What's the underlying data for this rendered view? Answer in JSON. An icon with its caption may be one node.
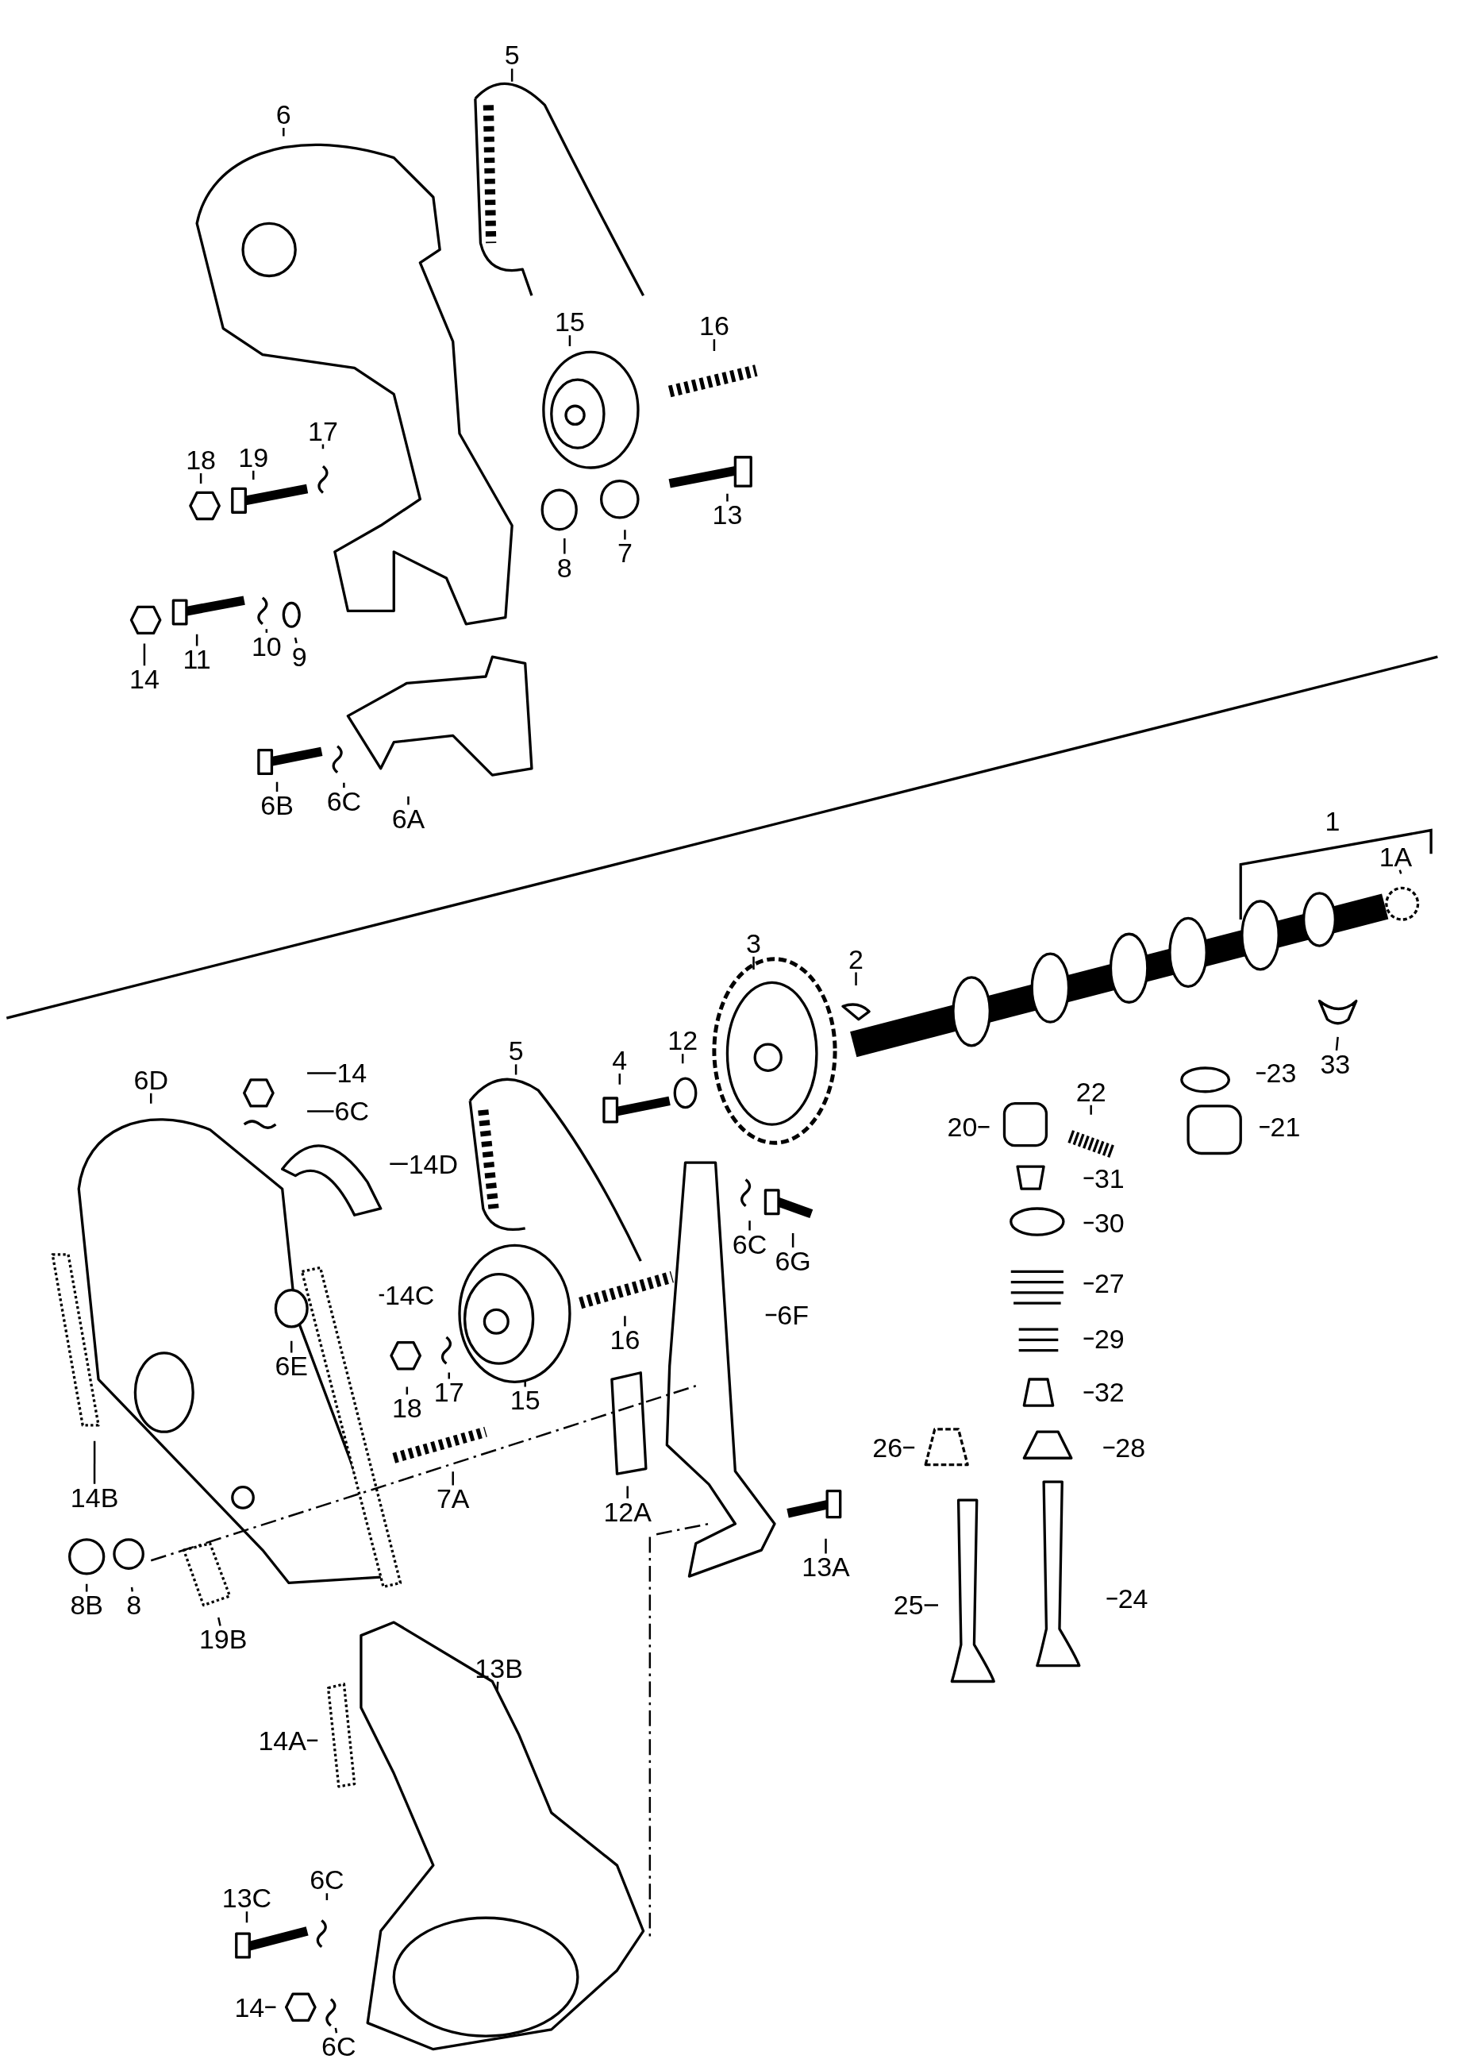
{
  "diagram": {
    "nodes": [
      {
        "text": [
          "5"
        ]
      },
      {
        "text": [
          "6"
        ]
      },
      {
        "text": [
          "15"
        ]
      },
      {
        "text": [
          "16"
        ]
      },
      {
        "text": [
          "17"
        ]
      },
      {
        "text": [
          "18"
        ]
      },
      {
        "text": [
          "19"
        ]
      },
      {
        "text": [
          "13"
        ]
      },
      {
        "text": [
          "8"
        ]
      },
      {
        "text": [
          "7"
        ]
      },
      {
        "text": [
          "14"
        ]
      },
      {
        "text": [
          "11"
        ]
      },
      {
        "text": [
          "10"
        ]
      },
      {
        "text": [
          "9"
        ]
      },
      {
        "text": [
          "6B"
        ]
      },
      {
        "text": [
          "6C"
        ]
      },
      {
        "text": [
          "6A"
        ]
      },
      {
        "text": [
          "1A"
        ]
      },
      {
        "text": [
          "3"
        ]
      },
      {
        "text": [
          "2"
        ]
      },
      {
        "text": [
          "33"
        ]
      },
      {
        "text": [
          "5"
        ]
      },
      {
        "text": [
          "6D"
        ]
      },
      {
        "text": [
          "14"
        ]
      },
      {
        "text": [
          "6C"
        ]
      },
      {
        "text": [
          "14D"
        ]
      },
      {
        "text": [
          "4"
        ]
      },
      {
        "text": [
          "12"
        ]
      },
      {
        "text": [
          "23"
        ]
      },
      {
        "text": [
          "21"
        ]
      },
      {
        "text": [
          "22"
        ]
      },
      {
        "text": [
          "20"
        ]
      },
      {
        "text": [
          "31"
        ]
      },
      {
        "text": [
          "30"
        ]
      },
      {
        "text": [
          "27"
        ]
      },
      {
        "text": [
          "29"
        ]
      },
      {
        "text": [
          "32"
        ]
      },
      {
        "text": [
          "28"
        ]
      },
      {
        "text": [
          "26"
        ]
      },
      {
        "text": [
          "24"
        ]
      },
      {
        "text": [
          "25"
        ]
      },
      {
        "text": [
          "6C"
        ]
      },
      {
        "text": [
          "6G"
        ]
      },
      {
        "text": [
          "6F"
        ]
      },
      {
        "text": [
          "14C"
        ]
      },
      {
        "text": [
          "6E"
        ]
      },
      {
        "text": [
          "16"
        ]
      },
      {
        "text": [
          "15"
        ]
      },
      {
        "text": [
          "17"
        ]
      },
      {
        "text": [
          "18"
        ]
      },
      {
        "text": [
          "14B"
        ]
      },
      {
        "text": [
          "7A"
        ]
      },
      {
        "text": [
          "12A"
        ]
      },
      {
        "text": [
          "13A"
        ]
      },
      {
        "text": [
          "8B"
        ]
      },
      {
        "text": [
          "8"
        ]
      },
      {
        "text": [
          "19B"
        ]
      },
      {
        "text": [
          "13B"
        ]
      },
      {
        "text": [
          "14A"
        ]
      },
      {
        "text": [
          "13C"
        ]
      },
      {
        "text": [
          "6C"
        ]
      },
      {
        "text": [
          "14"
        ]
      },
      {
        "text": [
          "6C"
        ]
      }
    ],
    "edges": [
      {
        "from": 0,
        "to": null,
        "arrow": "none"
      },
      {
        "from": 1,
        "to": null,
        "arrow": "none"
      },
      {
        "from": 2,
        "to": null,
        "arrow": "none"
      },
      {
        "from": 3,
        "to": null,
        "arrow": "none"
      },
      {
        "from": 4,
        "to": null,
        "arrow": "none"
      },
      {
        "from": 5,
        "to": null,
        "arrow": "none"
      },
      {
        "from": 6,
        "to": null,
        "arrow": "none"
      },
      {
        "from": 7,
        "to": null,
        "arrow": "none"
      },
      {
        "from": 8,
        "to": null,
        "arrow": "none"
      },
      {
        "from": 9,
        "to": null,
        "arrow": "none"
      },
      {
        "from": 10,
        "to": null,
        "arrow": "none"
      },
      {
        "from": 11,
        "to": null,
        "arrow": "none"
      },
      {
        "from": 12,
        "to": null,
        "arrow": "none"
      },
      {
        "from": 13,
        "to": null,
        "arrow": "none"
      },
      {
        "from": 14,
        "to": null,
        "arrow": "none"
      },
      {
        "from": 15,
        "to": null,
        "arrow": "none"
      },
      {
        "from": 16,
        "to": null,
        "arrow": "none"
      },
      {
        "from": 17,
        "to": null,
        "arrow": "none"
      },
      {
        "from": 18,
        "to": null,
        "arrow": "none"
      },
      {
        "from": 19,
        "to": null,
        "arrow": "none"
      },
      {
        "from": 20,
        "to": null,
        "arrow": "none"
      },
      {
        "from": 21,
        "to": null,
        "arrow": "none"
      },
      {
        "from": 22,
        "to": null,
        "arrow": "none"
      },
      {
        "from": 23,
        "to": null,
        "arrow": "none"
      },
      {
        "from": 24,
        "to": null,
        "arrow": "none"
      },
      {
        "from": 25,
        "to": null,
        "arrow": "none"
      },
      {
        "from": 26,
        "to": null,
        "arrow": "none"
      },
      {
        "from": 27,
        "to": null,
        "arrow": "none"
      },
      {
        "from": 28,
        "to": null,
        "arrow": "none"
      },
      {
        "from": 29,
        "to": null,
        "arrow": "none"
      },
      {
        "from": 30,
        "to": null,
        "arrow": "none"
      },
      {
        "from": 31,
        "to": null,
        "arrow": "none"
      },
      {
        "from": 32,
        "to": null,
        "arrow": "none"
      },
      {
        "from": 33,
        "to": null,
        "arrow": "none"
      },
      {
        "from": 34,
        "to": null,
        "arrow": "none"
      },
      {
        "from": 35,
        "to": null,
        "arrow": "none"
      },
      {
        "from": 36,
        "to": null,
        "arrow": "none"
      },
      {
        "from": 37,
        "to": null,
        "arrow": "none"
      },
      {
        "from": 38,
        "to": null,
        "arrow": "none"
      },
      {
        "from": 39,
        "to": null,
        "arrow": "none"
      },
      {
        "from": 40,
        "to": null,
        "arrow": "none"
      },
      {
        "from": 41,
        "to": null,
        "arrow": "none"
      },
      {
        "from": 42,
        "to": null,
        "arrow": "none"
      },
      {
        "from": 43,
        "to": null,
        "arrow": "none"
      },
      {
        "from": 44,
        "to": null,
        "arrow": "none"
      },
      {
        "from": 45,
        "to": null,
        "arrow": "none"
      },
      {
        "from": 46,
        "to": null,
        "arrow": "none"
      },
      {
        "from": 47,
        "to": null,
        "arrow": "none"
      },
      {
        "from": 48,
        "to": null,
        "arrow": "none"
      },
      {
        "from": 49,
        "to": null,
        "arrow": "none"
      },
      {
        "from": 50,
        "to": null,
        "arrow": "none"
      },
      {
        "from": 51,
        "to": null,
        "arrow": "none"
      },
      {
        "from": 52,
        "to": null,
        "arrow": "none"
      },
      {
        "from": 53,
        "to": null,
        "arrow": "none"
      },
      {
        "from": 54,
        "to": null,
        "arrow": "none"
      },
      {
        "from": 55,
        "to": null,
        "arrow": "none"
      },
      {
        "from": 56,
        "to": null,
        "arrow": "none"
      },
      {
        "from": 57,
        "to": null,
        "arrow": "none"
      },
      {
        "from": 58,
        "to": null,
        "arrow": "none"
      },
      {
        "from": 59,
        "to": null,
        "arrow": "none"
      },
      {
        "from": 60,
        "to": null,
        "arrow": "none"
      },
      {
        "from": 61,
        "to": null,
        "arrow": "none"
      },
      {
        "from": 62,
        "to": null,
        "arrow": "none"
      }
    ],
    "labels": [
      "1"
    ]
  }
}
